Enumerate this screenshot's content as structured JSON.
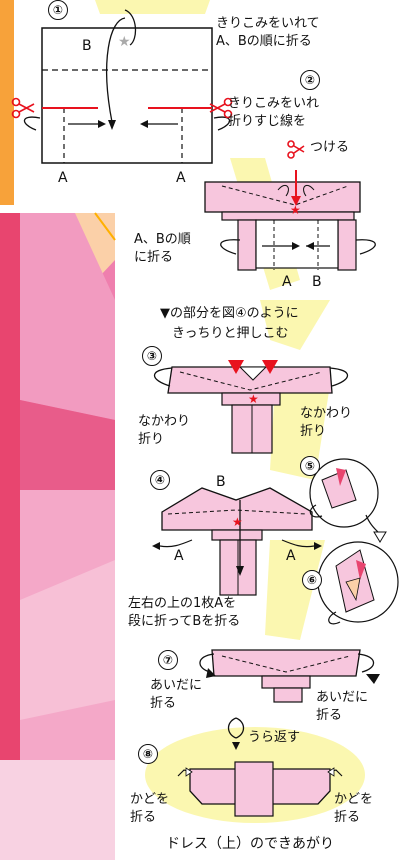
{
  "steps": {
    "s1": "①",
    "s2": "②",
    "s3": "③",
    "s4": "④",
    "s5": "⑤",
    "s6": "⑥",
    "s7": "⑦",
    "s8": "⑧"
  },
  "texts": {
    "step1_line1": "きりこみをいれて",
    "step1_line2": "A、Bの順に折る",
    "step2_line1": "きりこみをいれ",
    "step2_line2": "折りすじ線を",
    "step2_line3": "つける",
    "ab_order_line1": "A、Bの順",
    "ab_order_line2": "に折る",
    "step3_note_line1": "▼の部分を図④のように",
    "step3_note_line2": "きっちりと押しこむ",
    "nakawari_left_1": "なかわり",
    "nakawari_left_2": "折り",
    "nakawari_right_1": "なかわり",
    "nakawari_right_2": "折り",
    "step4_note_line1": "左右の上の1枚Aを",
    "step4_note_line2": "段に折ってBを折る",
    "aida_left_1": "あいだに",
    "aida_left_2": "折る",
    "aida_right_1": "あいだに",
    "aida_right_2": "折る",
    "ura": "うら返す",
    "kado_left_1": "かどを",
    "kado_left_2": "折る",
    "kado_right_1": "かどを",
    "kado_right_2": "折る",
    "finish": "ドレス（上）のできあがり"
  },
  "letters": {
    "A": "A",
    "B": "B"
  },
  "colors": {
    "paper_pink": "#f7c6dd",
    "accent_red": "#e8121e",
    "highlight_yellow": "#fbf7b0",
    "panel_pink": "#ef7fae",
    "panel_deep": "#e8456f",
    "panel_peach": "#fbd0a8"
  }
}
